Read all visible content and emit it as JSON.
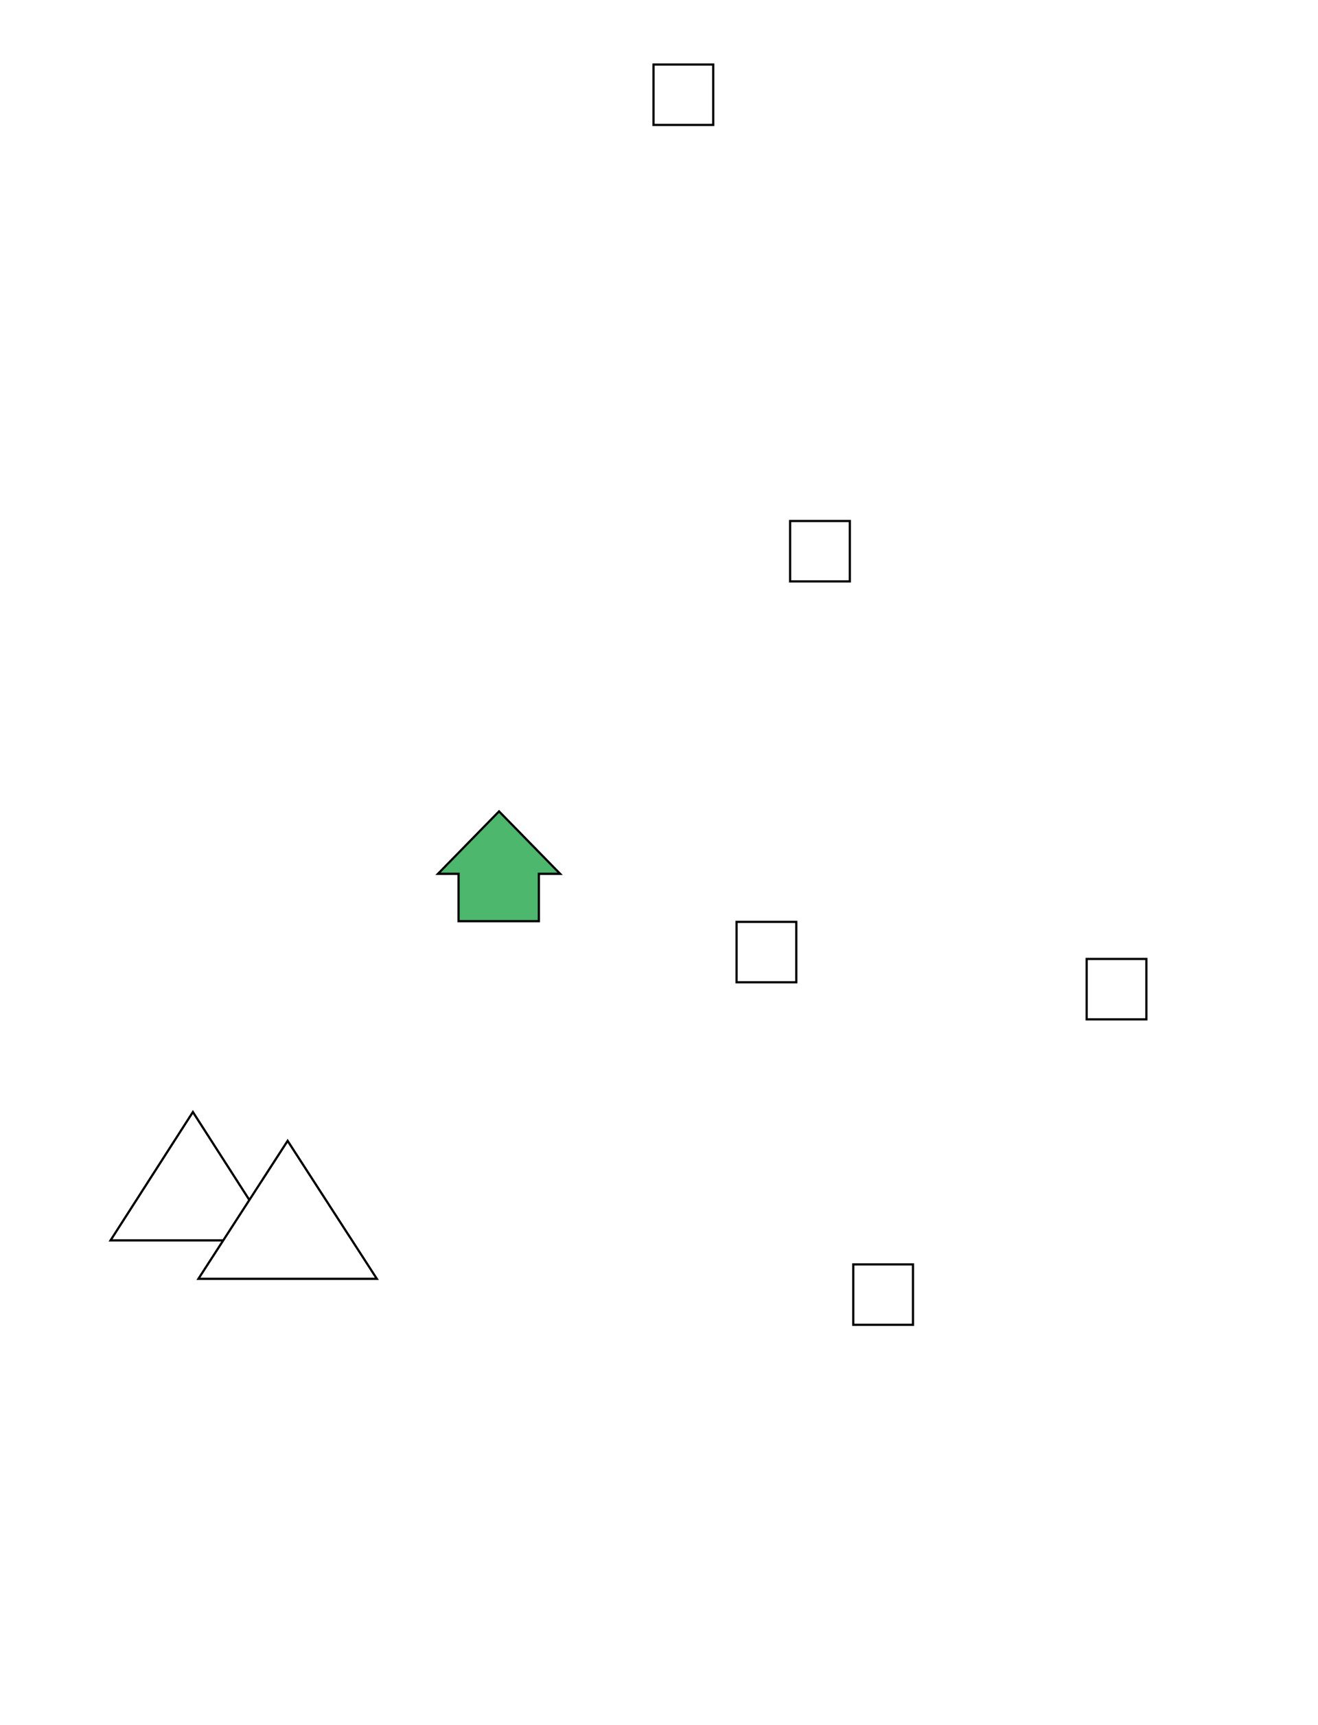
{
  "diagram": {
    "background": "#ffffff",
    "stroke_color": "#000000",
    "shapes": [
      {
        "name": "square-top",
        "kind": "square",
        "fill": "#ffffff"
      },
      {
        "name": "square-upper-right",
        "kind": "square",
        "fill": "#ffffff"
      },
      {
        "name": "up-arrow",
        "kind": "arrow-up",
        "fill": "#4db76d"
      },
      {
        "name": "square-middle",
        "kind": "square",
        "fill": "#ffffff"
      },
      {
        "name": "square-far-right",
        "kind": "square",
        "fill": "#ffffff"
      },
      {
        "name": "triangle-back",
        "kind": "triangle",
        "fill": "#ffffff"
      },
      {
        "name": "triangle-front",
        "kind": "triangle",
        "fill": "#ffffff"
      },
      {
        "name": "square-lower",
        "kind": "square",
        "fill": "#ffffff"
      }
    ]
  }
}
